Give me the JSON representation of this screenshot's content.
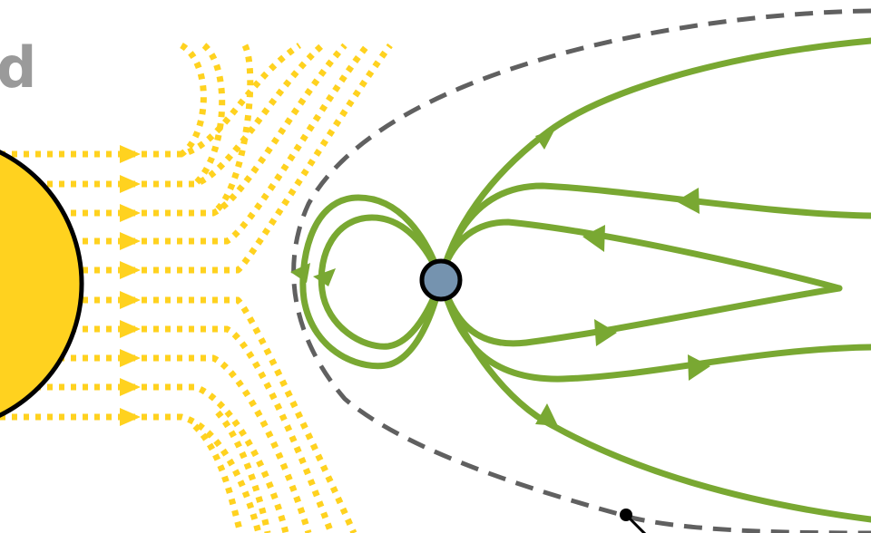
{
  "panel": {
    "letter": "d"
  },
  "colors": {
    "sun_fill": "#FFD21F",
    "sun_outline": "#000000",
    "solar_wind": "#FFD21F",
    "field_lines": "#79A832",
    "magnetopause": "#606060",
    "planet_fill": "#7593AF",
    "planet_outline": "#000000",
    "panel_letter": "#9A9A9A",
    "pointer": "#000000"
  },
  "icons": {
    "sun": "sun-disc",
    "planet": "planet-disc",
    "flow_arrow": "triangle-arrowhead",
    "pointer_dot": "leader-dot"
  },
  "legend": {
    "solar_wind_style": "dotted",
    "magnetopause_style": "dashed",
    "field_line_style": "solid"
  }
}
